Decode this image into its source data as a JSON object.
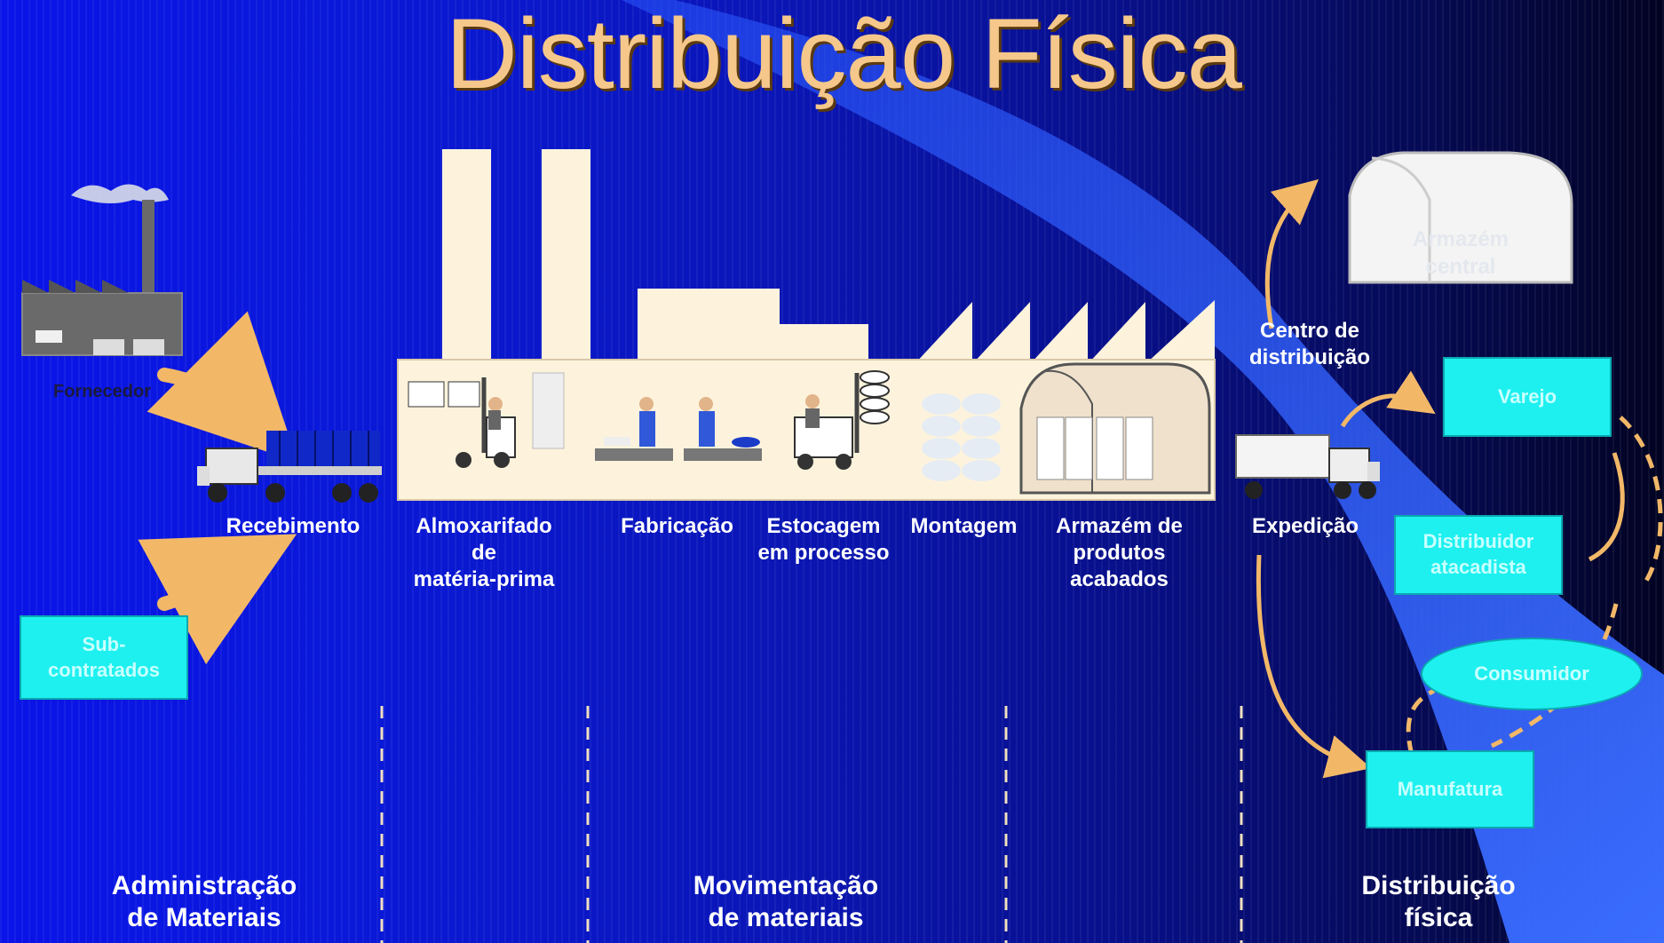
{
  "title": "Distribuição Física",
  "supplier": "Fornecedor",
  "subcontracted": "Sub-\ncontratados",
  "stations": {
    "recebimento": "Recebimento",
    "almoxarifado": "Almoxarifado\nde\nmatéria-prima",
    "fabricacao": "Fabricação",
    "estocagem": "Estocagem\nem processo",
    "montagem": "Montagem",
    "armazem_produtos": "Armazém de\nprodutos\nacabados",
    "expedicao": "Expedição",
    "centro_distribuicao": "Centro de\ndistribuição"
  },
  "destinations": {
    "armazem_central": "Armazém\ncentral",
    "varejo": "Varejo",
    "distribuidor": "Distribuidor\natacadista",
    "consumidor": "Consumidor",
    "manufatura": "Manufatura"
  },
  "sections": {
    "administracao": "Administração\nde Materiais",
    "movimentacao": "Movimentação\nde materiais",
    "distribuicao": "Distribuição\nfísica"
  },
  "colors": {
    "title": "#f5c78a",
    "factory": "#fdf3dc",
    "cyan_box": "#1ef0f0",
    "arrow": "#f2b868",
    "stream": "#2e5cff"
  }
}
